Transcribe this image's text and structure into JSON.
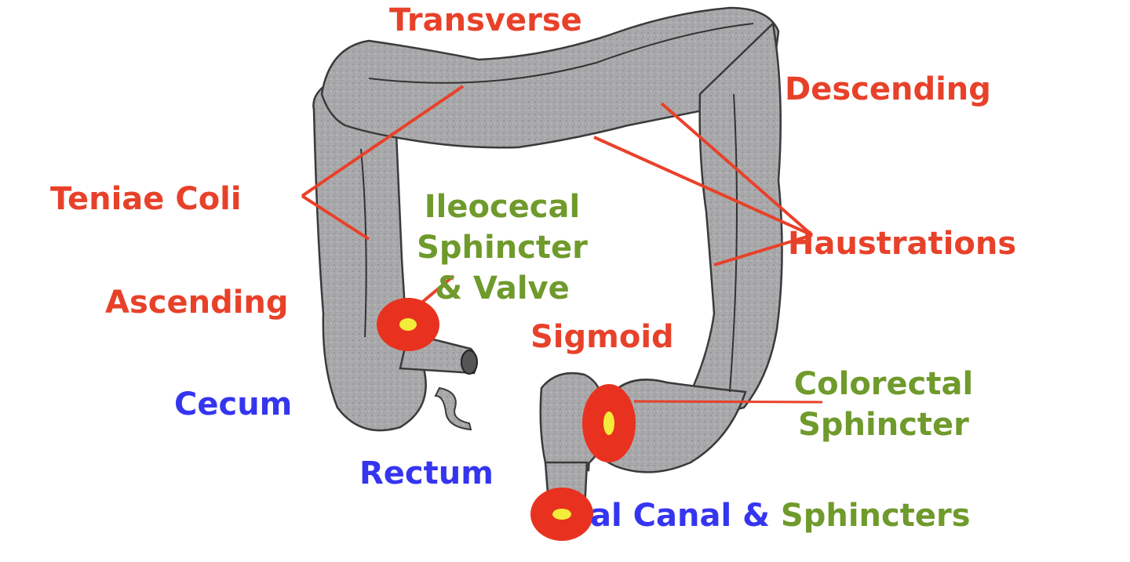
{
  "labels": {
    "transverse": "Transverse",
    "descending": "Descending",
    "teniae_coli": "Teniae Coli",
    "ileocecal_line1": "Ileocecal",
    "ileocecal_line2": "Sphincter",
    "ileocecal_line3": "& Valve",
    "haustrations": "Haustrations",
    "ascending": "Ascending",
    "sigmoid": "Sigmoid",
    "cecum": "Cecum",
    "colorectal_line1": "Colorectal",
    "colorectal_line2": "Sphincter",
    "rectum": "Rectum",
    "anal_canal": "al Canal &",
    "sphincters": "Sphincters"
  },
  "colors": {
    "red_label": "#e8412a",
    "green_label": "#6f9a2c",
    "blue_label": "#3535f0",
    "colon_fill": "#a9a9ab",
    "sphincter_ring": "#e8321f",
    "sphincter_center": "#f4ec3a"
  }
}
